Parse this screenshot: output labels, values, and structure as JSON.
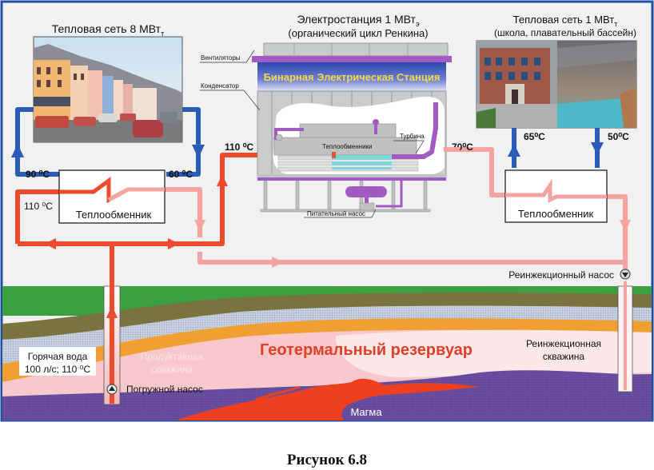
{
  "figure": {
    "caption": "Рисунок 6.8"
  },
  "colors": {
    "frame_border": "#1f4fa0",
    "background": "#f1f1f1",
    "hot_pipe": "#ee4a2c",
    "warm_pipe": "#f4a3a0",
    "cold_pipe": "#2a5bb8",
    "working_fluid": "#a35bc4",
    "station_header": "#2f4fb2",
    "station_title_text": "#f5d64a",
    "reservoir_text": "#e04028",
    "magma": "#ee4020",
    "bedrock": "#6a4fa0",
    "soil_green": "#3aa040",
    "soil_olive": "#7a7340",
    "gravel": "#b8c4d8",
    "sand": "#f0a030",
    "reservoir": "#f8c8cc"
  },
  "left_network": {
    "title": "Тепловая сеть   8 МВт",
    "title_sub": "т",
    "photo_icon": "town-street-photo",
    "supply_temp": "90 ⁰C",
    "return_temp": "60 ⁰C",
    "inlet_temp": "110 ⁰C",
    "exchanger_label": "Теплообменник"
  },
  "power_station": {
    "title": "Электростанция  1 МВт",
    "title_sub": "э",
    "subtitle": "(органический цикл Ренкина)",
    "header_label": "Бинарная Электрическая Станция",
    "callouts": {
      "fans": "Вентиляторы",
      "condenser": "Конденсатор",
      "turbine": "Турбина",
      "exchangers": "Теплообменники",
      "feed_pump": "Питательный насос"
    },
    "inlet_temp": "110 ⁰C",
    "outlet_temp": "70⁰C"
  },
  "right_network": {
    "title": "Тепловая сеть   1 МВт",
    "title_sub": "т",
    "subtitle": "(школа, плавательный бассейн)",
    "photo_icon": "school-and-pool-photo",
    "supply_temp": "65⁰C",
    "return_temp": "50⁰C",
    "exchanger_label": "Теплообменник"
  },
  "underground": {
    "reservoir_label": "Геотермальный резервуар",
    "production_well": "Продуктивная скважина",
    "production_well_lines": [
      "Продуктивная",
      "скважина"
    ],
    "submersible_pump": "Погружной насос",
    "hot_water_lines": [
      "Горячая вода",
      "100 л/с; 110 ⁰C"
    ],
    "reinjection_pump": "Реинжекционный насос",
    "reinjection_well_lines": [
      "Реинжекционная",
      "скважина"
    ],
    "magma": "Магма"
  }
}
